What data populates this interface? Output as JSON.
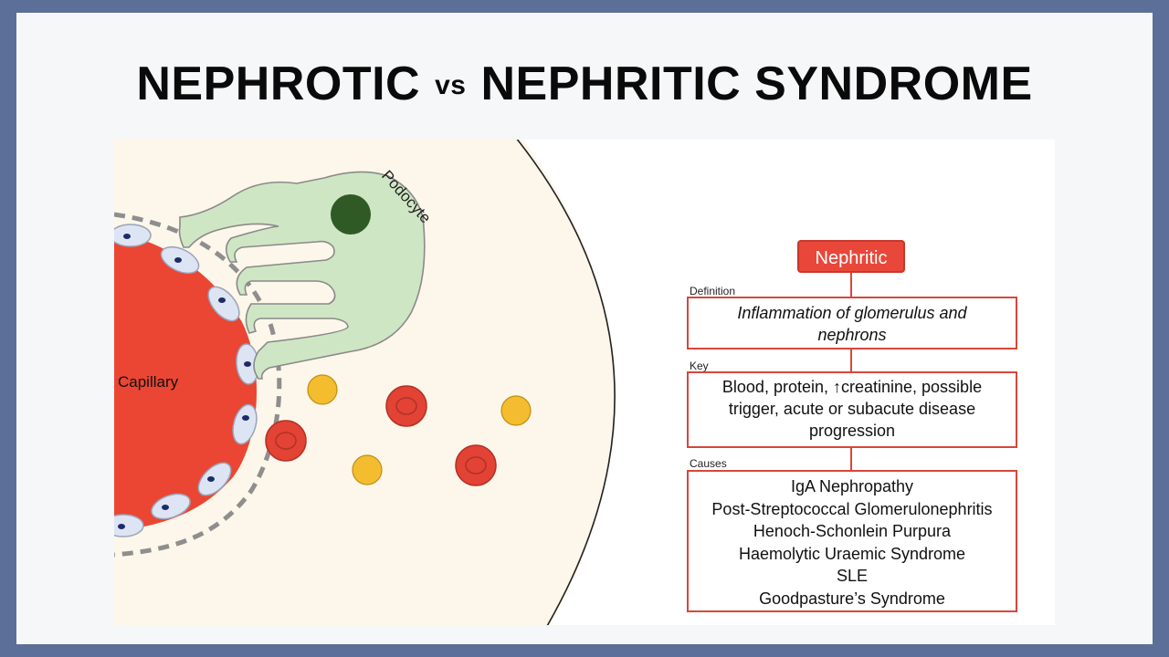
{
  "title": {
    "left": "NEPHROTIC",
    "vs": "vs",
    "right": "NEPHRITIC SYNDROME"
  },
  "diagram": {
    "podocyte_label": "Podocyte",
    "capillary_label": "Capillary",
    "colors": {
      "capillary": "#ea4633",
      "podocyte": "#cfe6c4",
      "nucleus": "#2f5a26",
      "rbc": "#e24334",
      "protein": "#f3bd2f",
      "bowman_space": "#fdf6ea"
    }
  },
  "flowchart": {
    "title": "Nephritic",
    "definition": {
      "label": "Definition",
      "text": "Inflammation of glomerulus and nephrons"
    },
    "key": {
      "label": "Key",
      "text": "Blood, protein, ↑creatinine, possible trigger, acute or subacute disease progression"
    },
    "causes": {
      "label": "Causes",
      "items": [
        "IgA Nephropathy",
        "Post-Streptococcal Glomerulonephritis",
        "Henoch-Schonlein Purpura",
        "Haemolytic Uraemic Syndrome",
        "SLE",
        "Goodpasture’s Syndrome"
      ]
    }
  }
}
